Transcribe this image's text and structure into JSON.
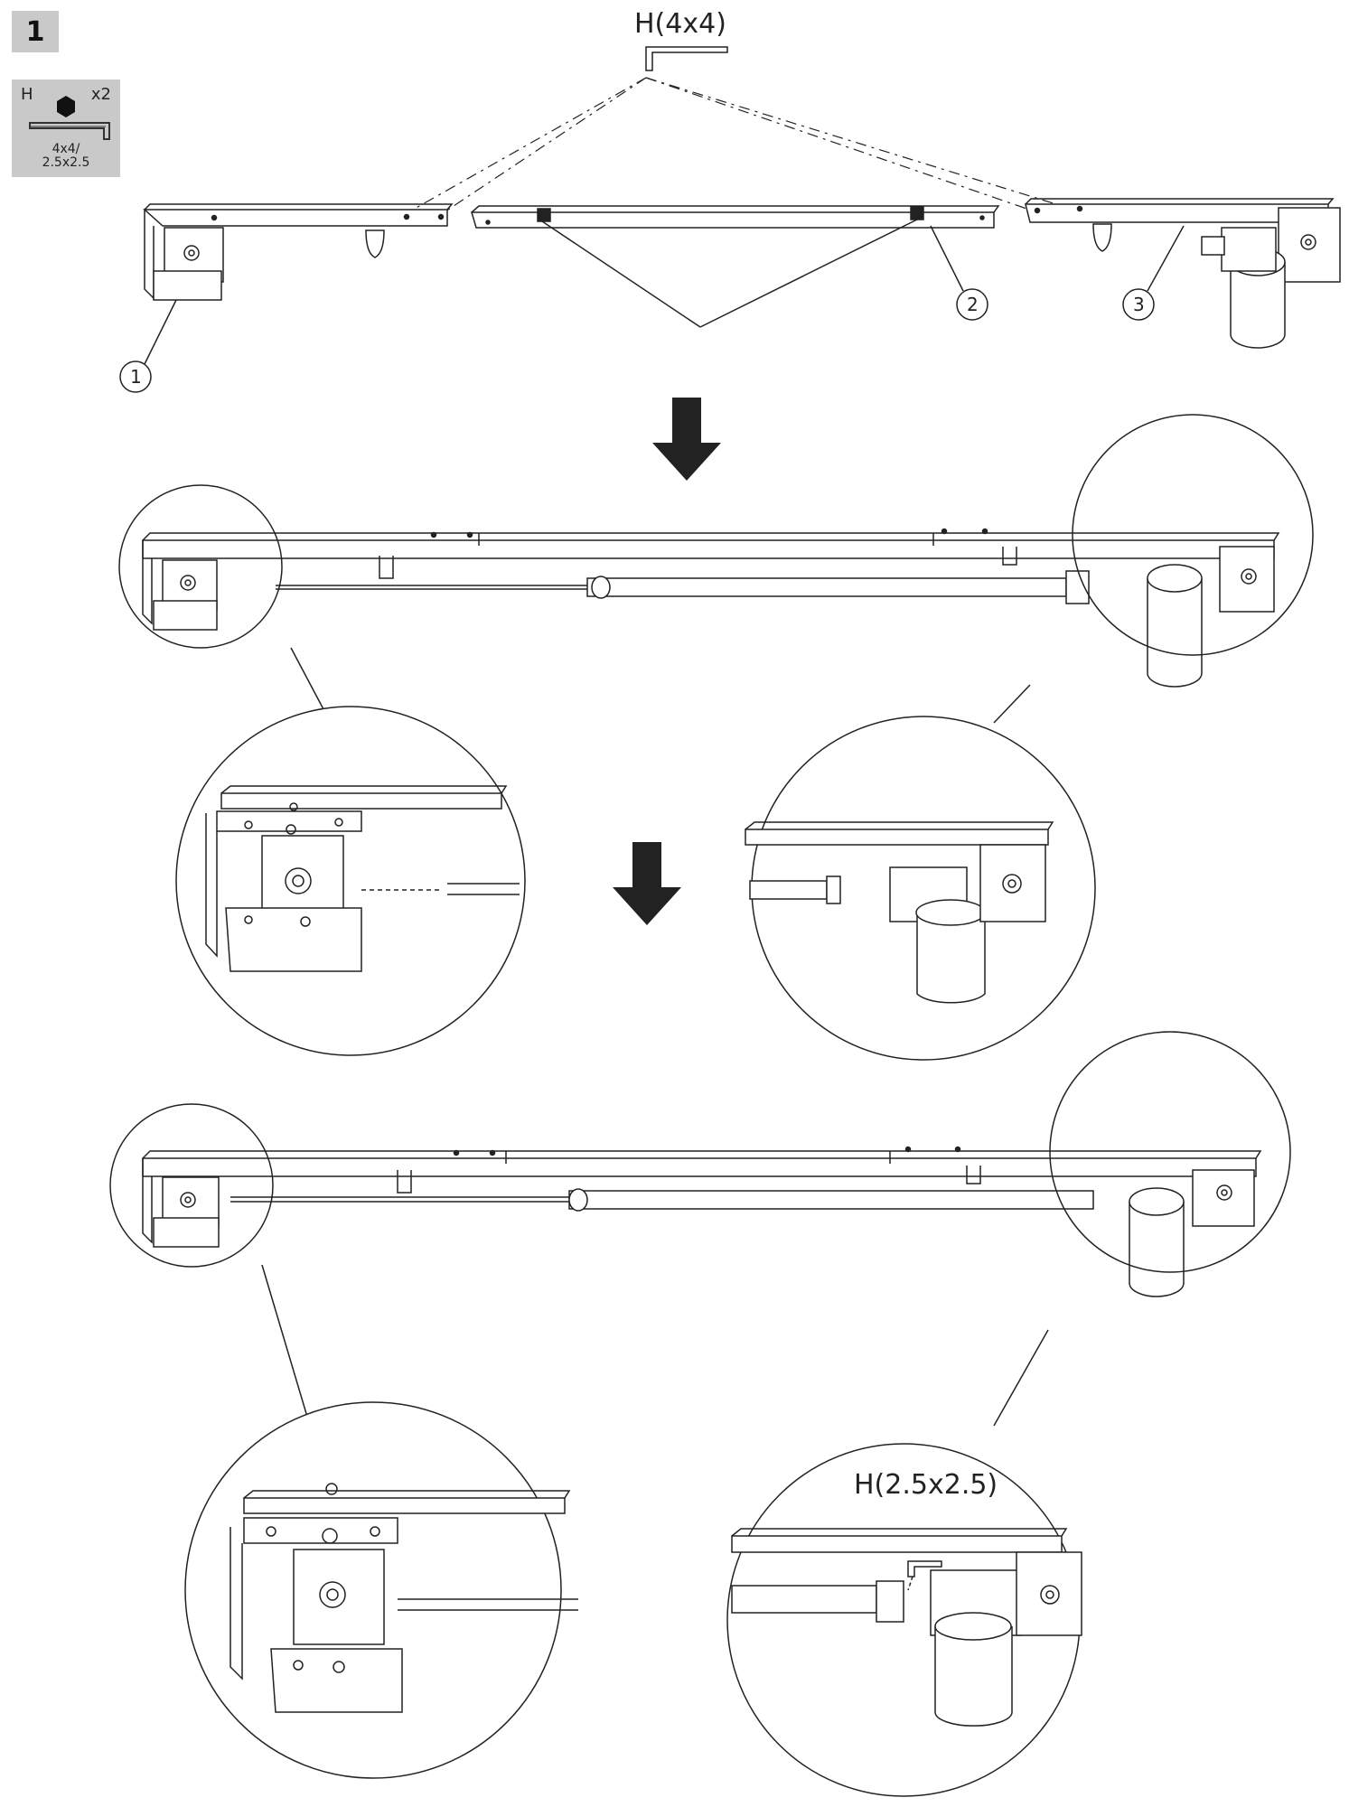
{
  "step": {
    "number": "1"
  },
  "hardware": {
    "letter": "H",
    "quantity": "x2",
    "size_line1": "4x4/",
    "size_line2": "2.5x2.5"
  },
  "top_tool_label": "H(4x4)",
  "callouts": [
    "1",
    "2",
    "3"
  ],
  "detail_tool_label": "H(2.5x2.5)"
}
